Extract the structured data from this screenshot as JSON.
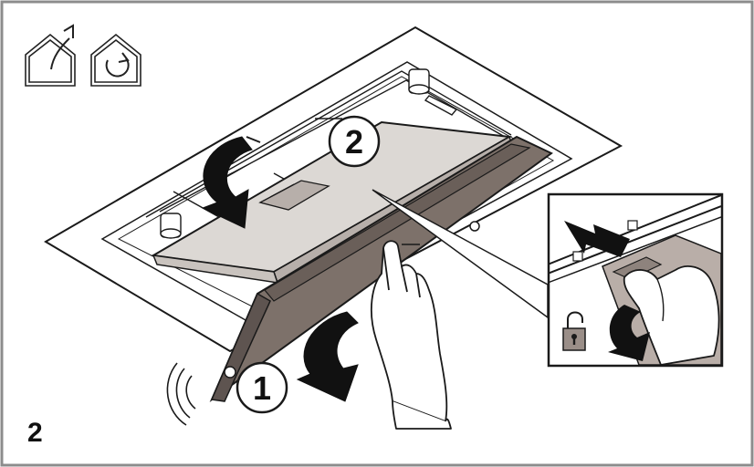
{
  "step": {
    "number": "2"
  },
  "callouts": [
    {
      "id": "1",
      "label": "1"
    },
    {
      "id": "2",
      "label": "2"
    }
  ],
  "icons": {
    "mode_icons": [
      "extraction-mode-icon",
      "recirculation-mode-icon"
    ],
    "lock": "unlock-padlock-icon"
  },
  "colors": {
    "outline": "#1a1a1a",
    "panel_fill": "#7d716a",
    "filter_fill": "#dcd8d4",
    "frame_border": "#8c8c8c",
    "background": "#ffffff"
  }
}
